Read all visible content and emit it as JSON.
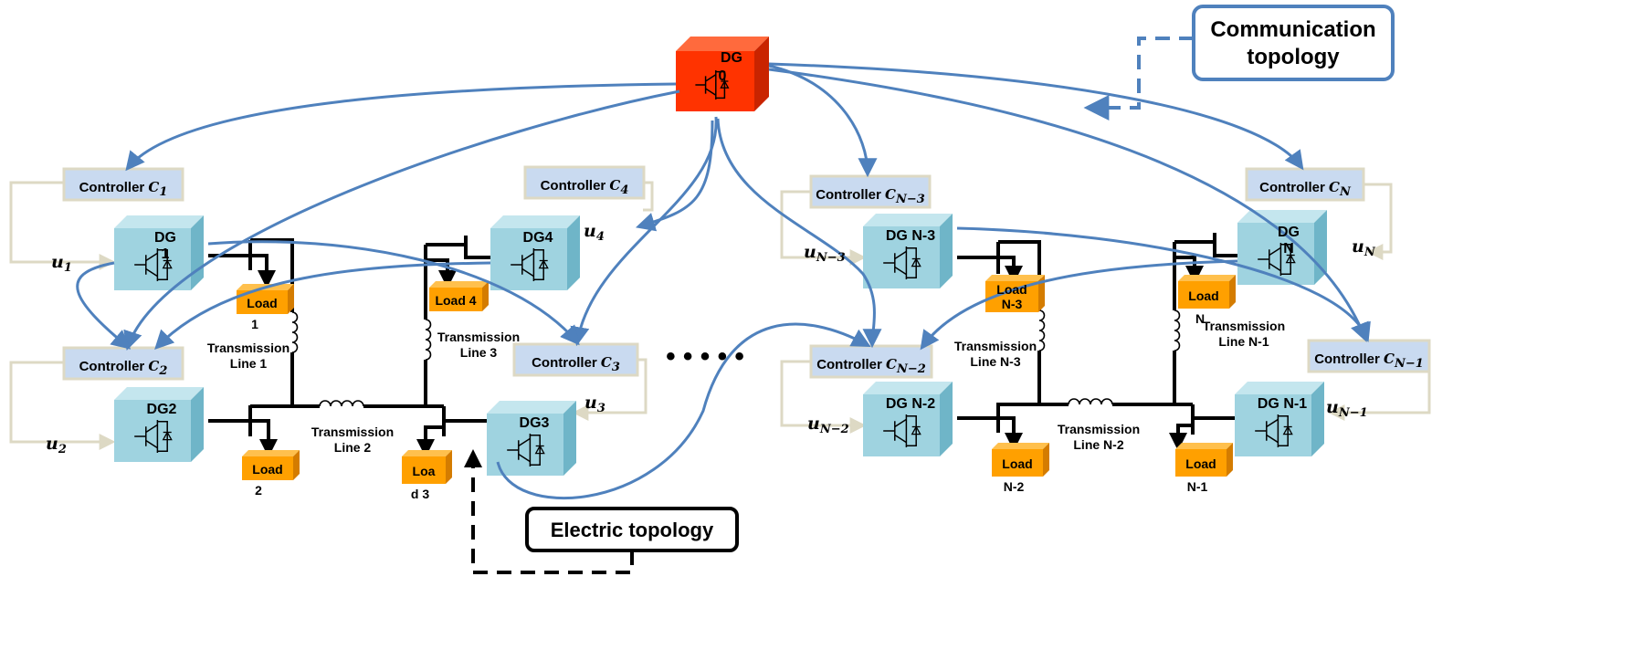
{
  "master": {
    "label": "DG",
    "number": "0"
  },
  "callouts": {
    "communication": [
      "Communication",
      "topology"
    ],
    "electric": "Electric topology"
  },
  "ellipsis": "• • • • •",
  "controllers": [
    {
      "id": "c1",
      "prefix": "Controller ",
      "sym": "C",
      "sub": "1"
    },
    {
      "id": "c2",
      "prefix": "Controller ",
      "sym": "C",
      "sub": "2"
    },
    {
      "id": "c3",
      "prefix": "Controller ",
      "sym": "C",
      "sub": "3"
    },
    {
      "id": "c4",
      "prefix": "Controller ",
      "sym": "C",
      "sub": "4"
    },
    {
      "id": "cn3",
      "prefix": "Controller ",
      "sym": "C",
      "sub": "N−3"
    },
    {
      "id": "cn2",
      "prefix": "Controller ",
      "sym": "C",
      "sub": "N−2"
    },
    {
      "id": "cn1",
      "prefix": "Controller ",
      "sym": "C",
      "sub": "N−1"
    },
    {
      "id": "cn",
      "prefix": "Controller ",
      "sym": "C",
      "sub": "N"
    }
  ],
  "generators": [
    {
      "id": "dg1",
      "lines": [
        "DG",
        "1"
      ]
    },
    {
      "id": "dg2",
      "lines": [
        "DG2"
      ]
    },
    {
      "id": "dg3",
      "lines": [
        "DG3"
      ]
    },
    {
      "id": "dg4",
      "lines": [
        "DG4"
      ]
    },
    {
      "id": "dgn3",
      "lines": [
        "DG N-3"
      ]
    },
    {
      "id": "dgn2",
      "lines": [
        "DG N-2"
      ]
    },
    {
      "id": "dgn1",
      "lines": [
        "DG N-1"
      ]
    },
    {
      "id": "dgn",
      "lines": [
        "DG",
        "N"
      ]
    }
  ],
  "inputs": [
    {
      "id": "u1",
      "sym": "u",
      "sub": "1"
    },
    {
      "id": "u2",
      "sym": "u",
      "sub": "2"
    },
    {
      "id": "u3",
      "sym": "u",
      "sub": "3"
    },
    {
      "id": "u4",
      "sym": "u",
      "sub": "4"
    },
    {
      "id": "un3",
      "sym": "u",
      "sub": "N−3"
    },
    {
      "id": "un2",
      "sym": "u",
      "sub": "N−2"
    },
    {
      "id": "un1",
      "sym": "u",
      "sub": "N−1"
    },
    {
      "id": "un",
      "sym": "u",
      "sub": "N"
    }
  ],
  "loads": [
    {
      "id": "load1",
      "box": [
        "Load"
      ],
      "below": [
        "1"
      ]
    },
    {
      "id": "load2",
      "box": [
        "Load"
      ],
      "below": [
        "2"
      ]
    },
    {
      "id": "load3",
      "box": [
        "Loa"
      ],
      "below": [
        "d 3"
      ]
    },
    {
      "id": "load4",
      "box": [
        "Load 4"
      ],
      "below": []
    },
    {
      "id": "loadn3",
      "box": [
        "Load",
        "N-3"
      ],
      "below": []
    },
    {
      "id": "loadn2",
      "box": [
        "Load"
      ],
      "below": [
        "N-2"
      ]
    },
    {
      "id": "loadn1",
      "box": [
        "Load"
      ],
      "below": [
        "N-1"
      ]
    },
    {
      "id": "loadn",
      "box": [
        "Load"
      ],
      "below": [
        "N"
      ]
    }
  ],
  "transmission_lines": [
    {
      "id": "tl1",
      "lines": [
        "Transmission",
        "Line 1"
      ]
    },
    {
      "id": "tl2",
      "lines": [
        "Transmission",
        "Line 2"
      ]
    },
    {
      "id": "tl3",
      "lines": [
        "Transmission",
        "Line 3"
      ]
    },
    {
      "id": "tln3",
      "lines": [
        "Transmission",
        "Line N-3"
      ]
    },
    {
      "id": "tln2",
      "lines": [
        "Transmission",
        "Line N-2"
      ]
    },
    {
      "id": "tln1",
      "lines": [
        "Transmission",
        "Line N-1"
      ]
    }
  ],
  "colors": {
    "master": "#ff3300",
    "generator": "#9fd3e0",
    "controller": "#c9daf0",
    "controller_border": "#ddd9c4",
    "load": "#ffa000",
    "comm_link": "#4f81bd",
    "feedback": "#ddd9c4"
  }
}
